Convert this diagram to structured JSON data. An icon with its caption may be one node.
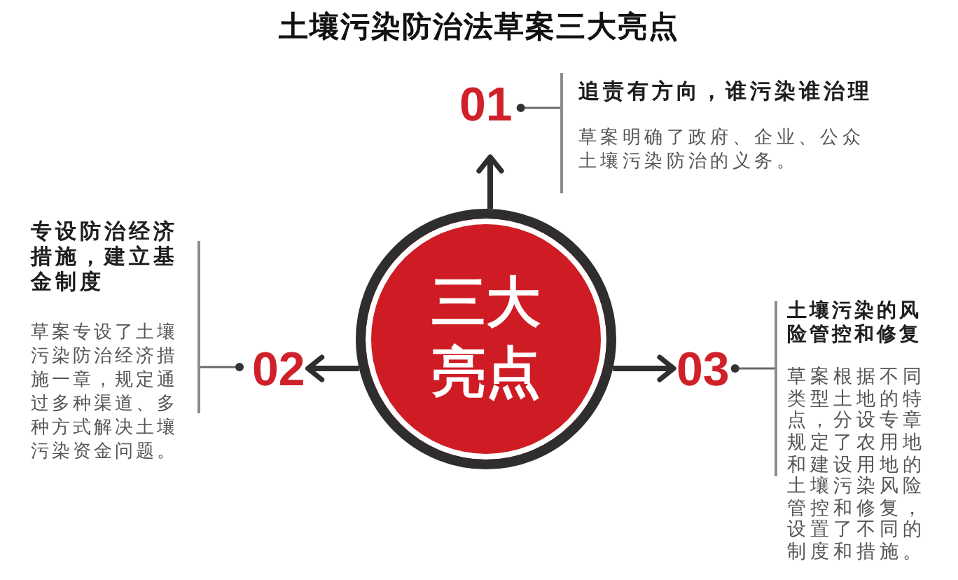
{
  "diagram": {
    "title": "土壤污染防治法草案三大亮点",
    "nodes": [
      {
        "text": [
          "三大亮点"
        ]
      },
      {
        "text": [
          "01"
        ]
      },
      {
        "text": [
          "追责有方向，谁污染谁治理",
          "草案明确了政府、企业、公众土壤污染防治的义务。"
        ]
      },
      {
        "text": [
          "02"
        ]
      },
      {
        "text": [
          "专设防治经济措施，建立基金制度",
          "草案专设了土壤污染防治经济措施一章，规定通过多种渠道、多种方式解决土壤污染资金问题。"
        ]
      },
      {
        "text": [
          "03"
        ]
      },
      {
        "text": [
          "土壤污染的风险管控和修复",
          "草案根据不同类型土地的特点，分设专章规定了农用地和建设用地的土壤污染风险管控和修复，设置了不同的制度和措施。"
        ]
      }
    ],
    "edges": [
      {
        "from": 0,
        "to": 1,
        "arrow": "to",
        "style": "thick"
      },
      {
        "from": 0,
        "to": 3,
        "arrow": "to",
        "style": "thick"
      },
      {
        "from": 0,
        "to": 5,
        "arrow": "to",
        "style": "thick"
      },
      {
        "from": 1,
        "to": 2,
        "arrow": "other"
      },
      {
        "from": 3,
        "to": 4,
        "arrow": "other"
      },
      {
        "from": 5,
        "to": 6,
        "arrow": "other"
      }
    ]
  }
}
